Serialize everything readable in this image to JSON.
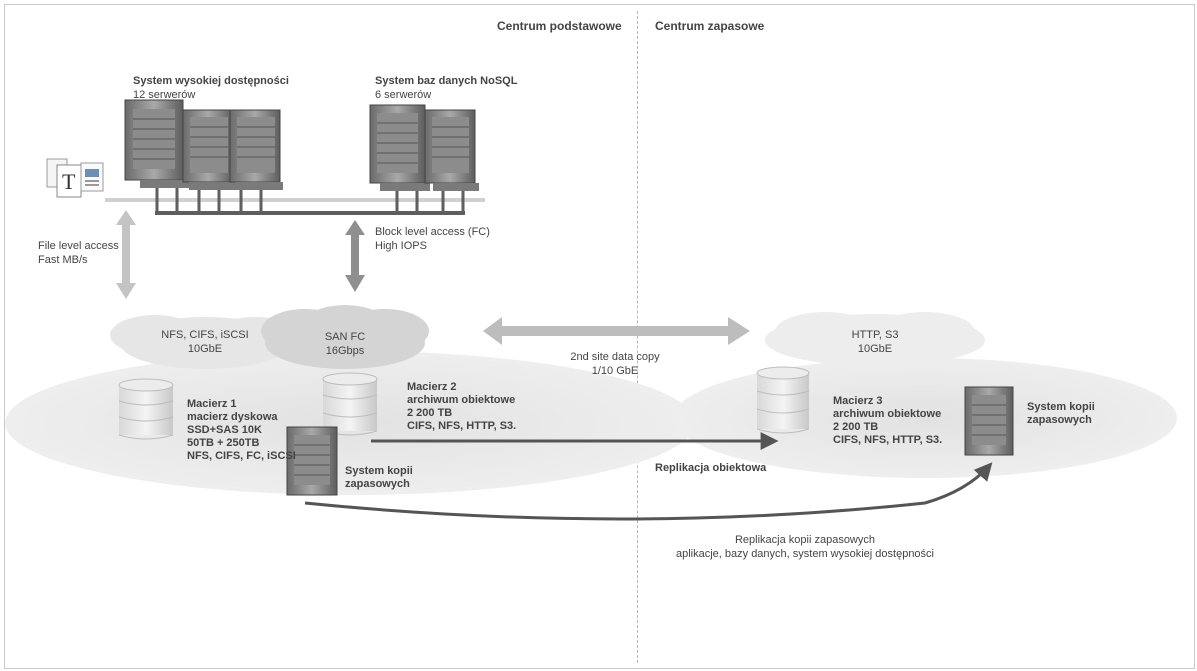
{
  "centers": {
    "primary": "Centrum podstawowe",
    "backup": "Centrum zapasowe"
  },
  "ha_system": {
    "title": "System wysokiej dostępności",
    "subtitle": "12 serwerów"
  },
  "nosql_system": {
    "title": "System baz danych NoSQL",
    "subtitle": "6 serwerów"
  },
  "file_access": {
    "line1": "File level access",
    "line2": "Fast MB/s"
  },
  "block_access": {
    "line1": "Block level access (FC)",
    "line2": "High IOPS"
  },
  "nas_cloud": {
    "line1": "NFS, CIFS, iSCSI",
    "line2": "10GbE"
  },
  "san_cloud": {
    "line1": "SAN FC",
    "line2": "16Gbps"
  },
  "http_cloud": {
    "line1": "HTTP, S3",
    "line2": "10GbE"
  },
  "site_copy": {
    "line1": "2nd site data copy",
    "line2": "1/10 GbE"
  },
  "array1": {
    "line1": "Macierz  1",
    "line2": "macierz dyskowa",
    "line3": "SSD+SAS 10K",
    "line4": "50TB + 250TB",
    "line5": "NFS, CIFS, FC, iSCSI"
  },
  "array2": {
    "line1": "Macierz  2",
    "line2": "archiwum obiektowe",
    "line3": "2 200 TB",
    "line4": "CIFS, NFS, HTTP, S3."
  },
  "array3": {
    "line1": "Macierz 3",
    "line2": "archiwum obiektowe",
    "line3": "2 200 TB",
    "line4": "CIFS, NFS, HTTP, S3."
  },
  "backup1": {
    "line1": "System kopii",
    "line2": "zapasowych"
  },
  "backup2": {
    "line1": "System kopii",
    "line2": "zapasowych"
  },
  "object_replication": "Replikacja obiektowa",
  "backup_replication": {
    "line1": "Replikacja kopii zapasowych",
    "line2": "aplikacje, bazy danych, system wysokiej dostępności"
  },
  "icons": {
    "servers": "server-rack-icon",
    "disk": "disk-stack-icon",
    "documents": "documents-icon"
  }
}
